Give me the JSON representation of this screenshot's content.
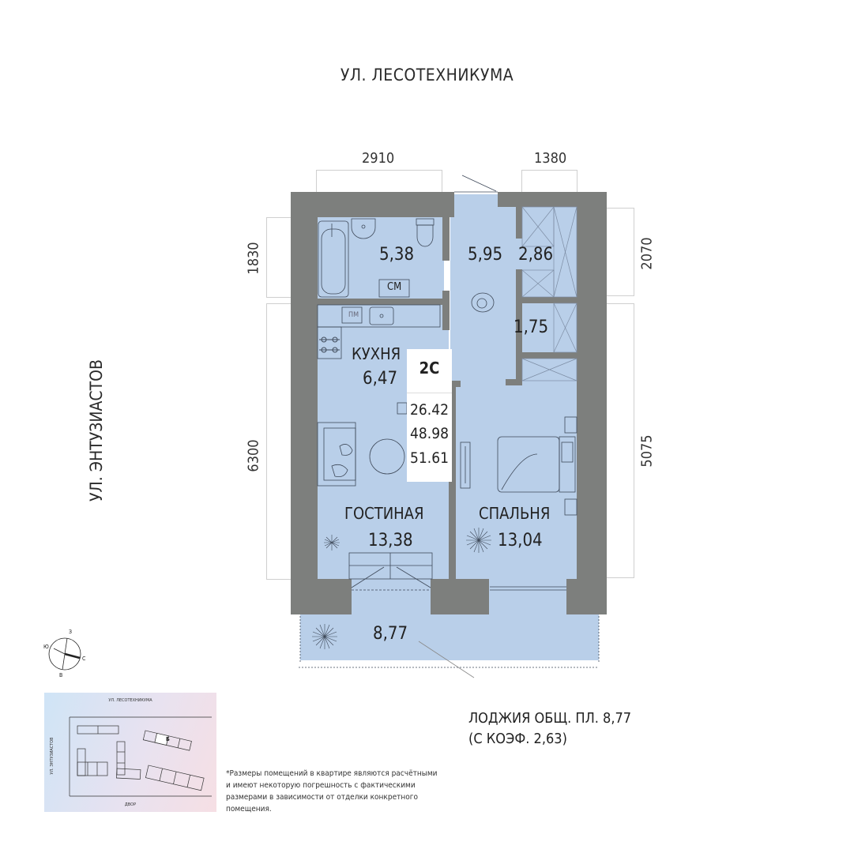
{
  "streets": {
    "top": "УЛ. ЛЕСОТЕХНИКУМА",
    "left": "УЛ. ЭНТУЗИАСТОВ"
  },
  "dimensions": {
    "top_left": "2910",
    "top_right": "1380",
    "left_top": "1830",
    "left_bottom": "6300",
    "right_top": "2070",
    "right_bottom": "5075"
  },
  "rooms": [
    {
      "id": "bathroom",
      "label": "",
      "area": "5,38",
      "fixture_label": "СМ"
    },
    {
      "id": "hallway",
      "label": "",
      "area": "5,95"
    },
    {
      "id": "wardrobe",
      "label": "",
      "area": "2,86"
    },
    {
      "id": "storage",
      "label": "",
      "area": "1,75"
    },
    {
      "id": "kitchen",
      "label": "КУХНЯ",
      "area": "6,47",
      "fixture_label": "ПМ"
    },
    {
      "id": "living",
      "label": "ГОСТИНАЯ",
      "area": "13,38"
    },
    {
      "id": "bedroom",
      "label": "СПАЛЬНЯ",
      "area": "13,04"
    },
    {
      "id": "loggia",
      "label": "",
      "area": "8,77"
    }
  ],
  "apartment": {
    "type": "2С",
    "living_area": "26.42",
    "total_area": "48.98",
    "total_with_loggia": "51.61"
  },
  "loggia_note": {
    "line1": "ЛОДЖИЯ ОБЩ. ПЛ. 8,77",
    "line2": "(С КОЭФ. 2,63)"
  },
  "compass": {
    "n": "С",
    "s": "Ю",
    "e": "В",
    "w": "З"
  },
  "minimap": {
    "top": "УЛ. ЛЕСОТЕХНИКУМА",
    "left": "УЛ. ЭНТУЗИАСТОВ",
    "bottom": "ДВОР",
    "building": "Б"
  },
  "disclaimer": "*Размеры помещений в квартире являются расчётными и имеют некоторую погрешность с фактическими размерами в зависимости от отделки конкретного помещения.",
  "colors": {
    "wall": "#7d7f7d",
    "floor": "#b9cfe9",
    "line": "#5d6878"
  }
}
